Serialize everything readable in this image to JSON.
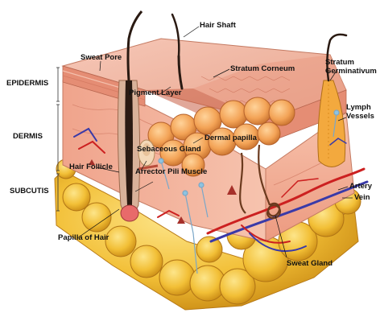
{
  "labels": {
    "sweat_pore": "Sweat Pore",
    "hair_shaft": "Hair Shaft",
    "stratum_corneum": "Stratum Corneum",
    "stratum_germinativum": "Stratum Germinativum",
    "pigment_layer": "Pigment Layer",
    "lymph_vessels": "Lymph Vessels",
    "dermal_papilla": "Dermal papilla",
    "sebaceous_gland": "Sebaceous Gland",
    "hair_follicle": "Hair Follicle",
    "arrector_pili_muscle": "Arrector Pili Muscle",
    "artery": "Artery",
    "vein": "Vein",
    "sweat_gland": "Sweat Gland",
    "papilla_of_hair": "Papilla of Hair",
    "epidermis": "EPIDERMIS",
    "dermis": "DERMIS",
    "subcutis": "SUBCUTIS"
  },
  "colors": {
    "epidermis_top": "#f2b8a6",
    "dermis": "#f4b098",
    "fat": "#f3c23a",
    "artery": "#cc2020",
    "vein": "#3a3aa8",
    "hair": "#2a1a12"
  }
}
